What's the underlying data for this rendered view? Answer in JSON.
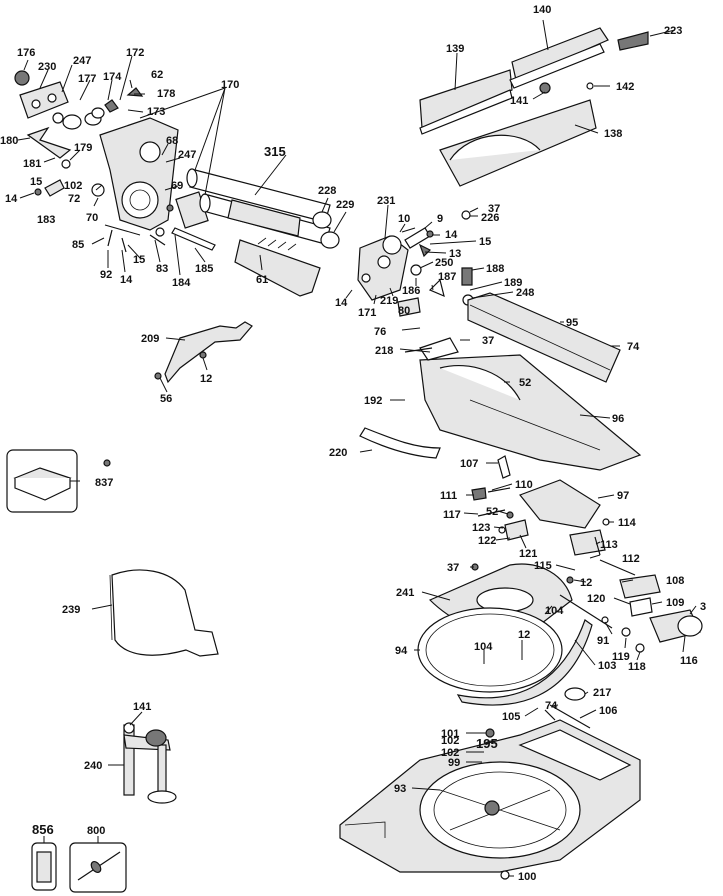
{
  "diagram": {
    "labels": {
      "p176": "176",
      "p230": "230",
      "p247a": "247",
      "p177": "177",
      "p172": "172",
      "p174": "174",
      "p62": "62",
      "p178": "178",
      "p173": "173",
      "p170": "170",
      "p180": "180",
      "p179": "179",
      "p181": "181",
      "p15a": "15",
      "p102a": "102",
      "p172b": "72",
      "p14a": "14",
      "p183": "183",
      "p70": "70",
      "p68": "68",
      "p247b": "247",
      "p69": "69",
      "p315": "315",
      "p228": "228",
      "p229": "229",
      "p231": "231",
      "p10": "10",
      "p9": "9",
      "p37a": "37",
      "p226": "226",
      "p14b": "14",
      "p15b": "15",
      "p13": "13",
      "p250": "250",
      "p188": "188",
      "p189": "189",
      "p248": "248",
      "p187": "187",
      "p186": "186",
      "p219": "219",
      "p14c": "14",
      "p171": "171",
      "p80": "80",
      "p85": "85",
      "p15c": "15",
      "p92": "92",
      "p14d": "14",
      "p83": "83",
      "p184": "184",
      "p185": "185",
      "p61": "61",
      "p139": "139",
      "p140": "140",
      "p223": "223",
      "p141a": "141",
      "p142": "142",
      "p138": "138",
      "p209": "209",
      "p12a": "12",
      "p56": "56",
      "p76": "76",
      "p95": "95",
      "p74a": "74",
      "p218": "218",
      "p37b": "37",
      "p52a": "52",
      "p192": "192",
      "p96": "96",
      "p220": "220",
      "p837": "837",
      "p107": "107",
      "p111": "111",
      "p110": "110",
      "p97": "97",
      "p117": "117",
      "p52b": "52",
      "p114": "114",
      "p123": "123",
      "p122": "122",
      "p113": "113",
      "p121": "121",
      "p112": "112",
      "p37c": "37",
      "p115": "115",
      "p12b": "12",
      "p108": "108",
      "p239": "239",
      "p241": "241",
      "p120": "120",
      "p109": "109",
      "p3": "3",
      "p104a": "104",
      "p12c": "12",
      "p91": "91",
      "p94": "94",
      "p104b": "104",
      "p119": "119",
      "p118": "118",
      "p116": "116",
      "p103": "103",
      "p217": "217",
      "p74b": "74",
      "p106": "106",
      "p105": "105",
      "p141b": "141",
      "p240": "240",
      "p101": "101",
      "p195": "195",
      "p102b": "102",
      "p102c": "102",
      "p99": "99",
      "p93": "93",
      "p856": "856",
      "p800": "800",
      "p100": "100"
    }
  }
}
